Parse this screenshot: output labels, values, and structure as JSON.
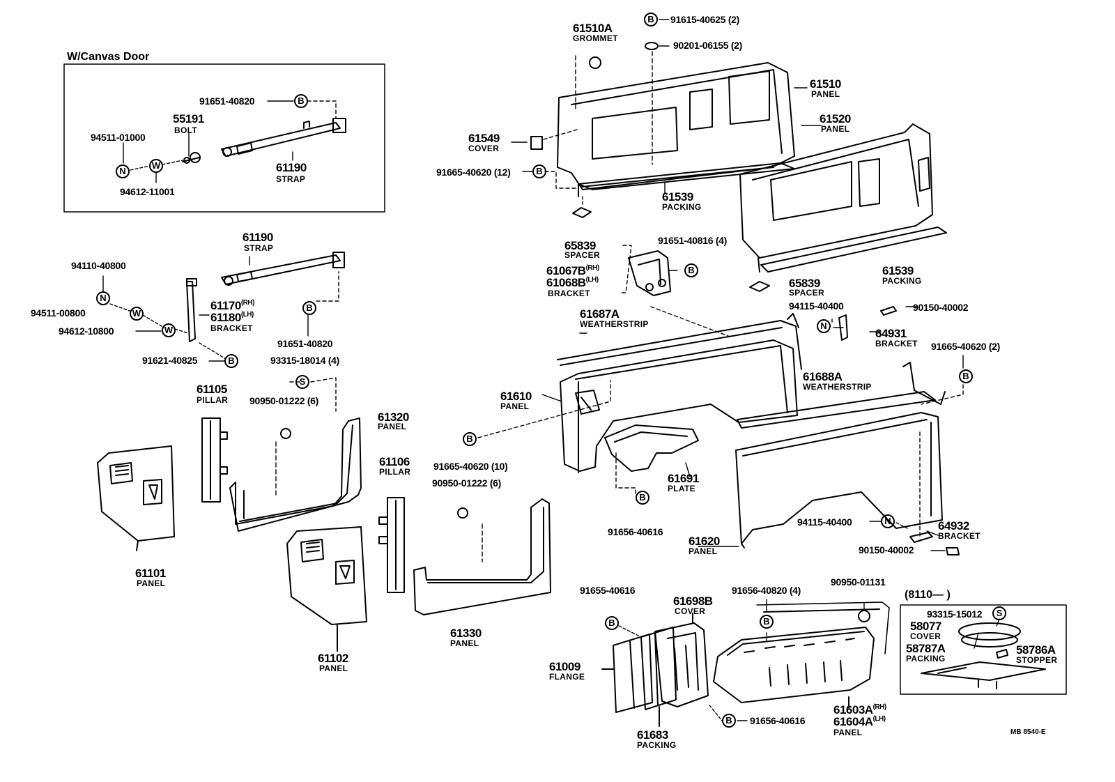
{
  "inset_door": {
    "title": "W/Canvas   Door",
    "bolt_B": "91651-40820",
    "bolt_55191": "55191",
    "bolt_55191_name": "BOLT",
    "nut_code": "94511-01000",
    "washer_code": "94612-11001",
    "strap": "61190",
    "strap_name": "STRAP"
  },
  "side": {
    "strap": "61190",
    "strap_name": "STRAP",
    "nut_code": "94110-40800",
    "washer1_code": "94511-00800",
    "washer2_code": "94612-10800",
    "bracket_rh": "61170",
    "bracket_lh": "61180",
    "rh": "(RH)",
    "lh": "(LH)",
    "bracket_name": "BRACKET",
    "bolt_upper": "91651-40820",
    "bolt_lower": "91621-40825",
    "screw": "93315-18014 (4)",
    "clip": "90950-01222 (6)",
    "pillar_105": "61105",
    "pillar_name": "PILLAR",
    "panel_320": "61320",
    "panel_name": "PANEL",
    "pillar_106": "61106",
    "clip2": "90950-01222 (6)",
    "panel_101": "61101",
    "panel_102": "61102",
    "panel_330": "61330",
    "bolt_10": "91665-40620 (10)"
  },
  "rear": {
    "grommet": "61510A",
    "grommet_name": "GROMMET",
    "bolt_top": "91615-40625 (2)",
    "washer_top": "90201-06155 (2)",
    "panel_510": "61510",
    "panel_520": "61520",
    "panel_name": "PANEL",
    "cover_549": "61549",
    "cover_name": "COVER",
    "bolt_12": "91665-40620 (12)",
    "packing_539": "61539",
    "packing_name": "PACKING",
    "spacer": "65839",
    "spacer_name": "SPACER",
    "bolt_816": "91651-40816 (4)",
    "bracket_rh": "61067B",
    "bracket_lh": "61068B",
    "rh": "(RH)",
    "lh": "(LH)",
    "bracket_name": "BRACKET",
    "packing_539b": "61539",
    "spacer_b": "65839"
  },
  "body": {
    "ws_687": "61687A",
    "ws_name": "WEATHERSTRIP",
    "nut_400": "94115-40400",
    "bolt_002": "90150-40002",
    "bracket_931": "64931",
    "bracket_name": "BRACKET",
    "bolt_2": "91665-40620 (2)",
    "ws_688": "61688A",
    "panel_610": "61610",
    "panel_name": "PANEL",
    "plate": "61691",
    "plate_name": "PLATE",
    "bolt_616": "91656-40616",
    "panel_620": "61620",
    "nut_400b": "94115-40400",
    "bracket_932": "64932",
    "bolt_002b": "90150-40002"
  },
  "bottom": {
    "bolt_655": "91655-40616",
    "cover_698": "61698B",
    "cover_name": "COVER",
    "bolt_820": "91656-40820 (4)",
    "plug": "90950-01131",
    "flange": "61009",
    "flange_name": "FLANGE",
    "packing": "61683",
    "packing_name": "PACKING",
    "bolt_616": "91656-40616",
    "panel_rh": "61603A",
    "panel_lh": "61604A",
    "rh": "(RH)",
    "lh": "(LH)",
    "panel_name": "PANEL"
  },
  "inset_cover": {
    "title": "(8110—     )",
    "screw": "93315-15012",
    "cover": "58077",
    "cover_name": "COVER",
    "packing": "58787A",
    "packing_name": "PACKING",
    "stopper": "58786A",
    "stopper_name": "STOPPER"
  },
  "marks": {
    "B": "B",
    "N": "N",
    "W": "W",
    "S": "S"
  },
  "figure_code": "MB  8540-E"
}
